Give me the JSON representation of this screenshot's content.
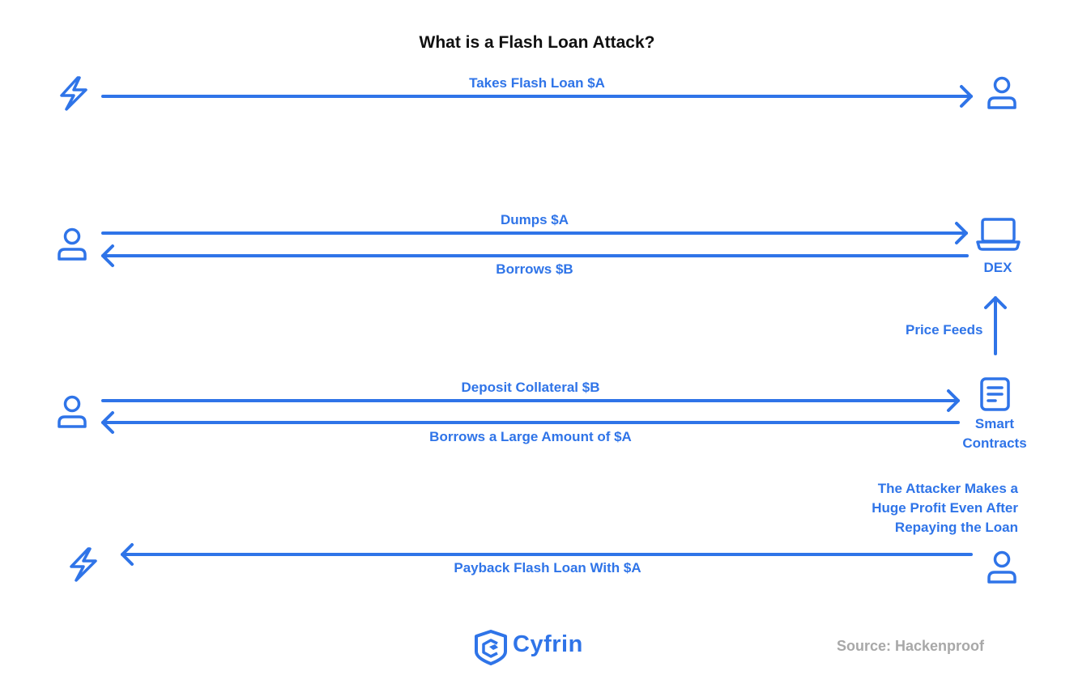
{
  "title": "What is a Flash Loan Attack?",
  "colors": {
    "accent": "#2F74E8",
    "title": "#111111",
    "source": "#A8A8A8"
  },
  "steps": {
    "takes_flash_loan": "Takes Flash Loan $A",
    "dumps": "Dumps $A",
    "borrows_b": "Borrows $B",
    "price_feeds": "Price Feeds",
    "deposit_collateral": "Deposit Collateral $B",
    "borrows_large": "Borrows a Large Amount of $A",
    "payback": "Payback Flash Loan With $A"
  },
  "nodes": {
    "dex": "DEX",
    "smart_contracts_line1": "Smart",
    "smart_contracts_line2": "Contracts"
  },
  "profit_note": {
    "line1": "The Attacker Makes a",
    "line2": "Huge Profit Even After",
    "line3": "Repaying the Loan"
  },
  "brand": "Cyfrin",
  "source": "Source: Hackenproof",
  "icons": [
    "lightning-icon",
    "user-icon",
    "laptop-icon",
    "document-icon",
    "cyfrin-logo-icon"
  ]
}
